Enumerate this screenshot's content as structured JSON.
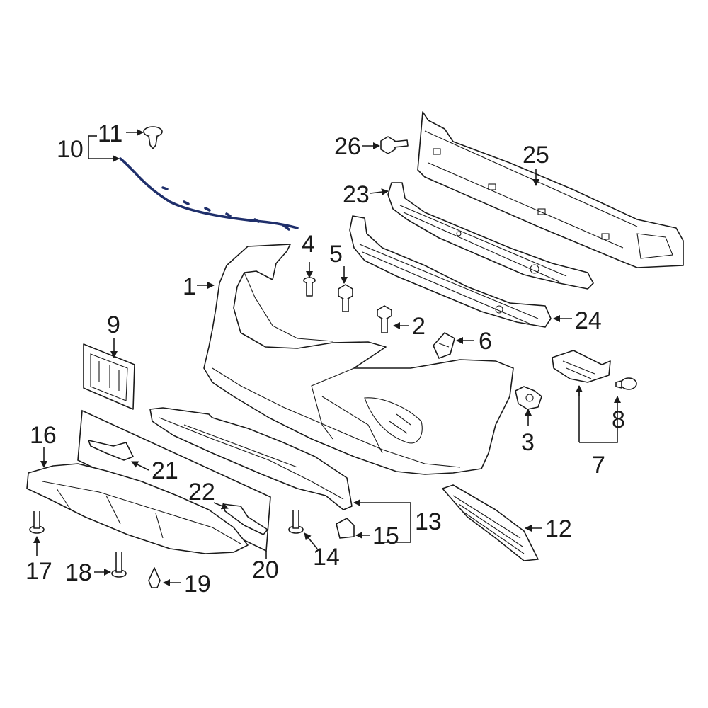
{
  "callouts": {
    "c1": "1",
    "c2": "2",
    "c3": "3",
    "c4": "4",
    "c5": "5",
    "c6": "6",
    "c7": "7",
    "c8": "8",
    "c9": "9",
    "c10": "10",
    "c11": "11",
    "c12": "12",
    "c13": "13",
    "c14": "14",
    "c15": "15",
    "c16": "16",
    "c17": "17",
    "c18": "18",
    "c19": "19",
    "c20": "20",
    "c21": "21",
    "c22": "22",
    "c23": "23",
    "c24": "24",
    "c25": "25",
    "c26": "26"
  },
  "colors": {
    "line": "#1a1a1a",
    "highlight": "#1f2f6b",
    "background": "#ffffff"
  }
}
